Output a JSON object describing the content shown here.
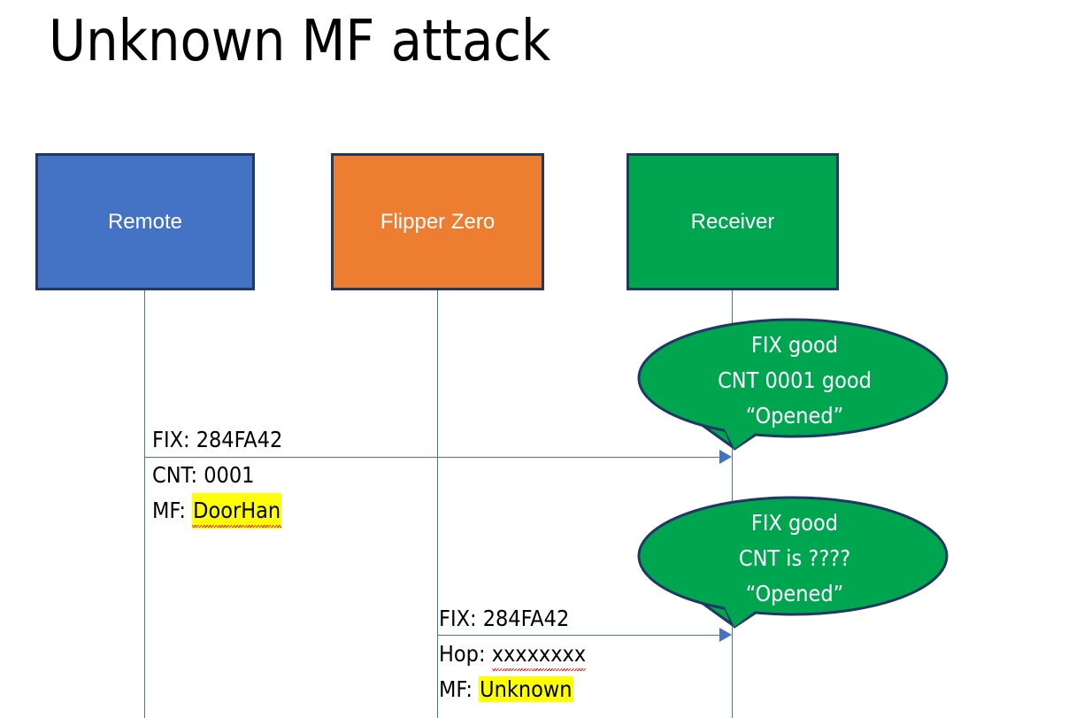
{
  "slide": {
    "title": "Unknown MF attack",
    "background": "#FFFFFF"
  },
  "colors": {
    "remote_fill": "#4472C4",
    "flipper_fill": "#ED7D31",
    "receiver_fill": "#00A550",
    "box_border": "#1F3864",
    "bubble_fill": "#00A550",
    "bubble_border": "#1F3864",
    "lifeline": "#4472C4",
    "arrow": "#4472C4",
    "highlight": "#FFFF00",
    "spellcheck_underline": "#E02020",
    "text_on_fill": "#FFFFFF",
    "text_body": "#000000"
  },
  "actors": [
    {
      "id": "remote",
      "label": "Remote"
    },
    {
      "id": "flipper",
      "label": "Flipper Zero"
    },
    {
      "id": "receiver",
      "label": "Receiver"
    }
  ],
  "messages": [
    {
      "id": "msg-1",
      "from": "remote",
      "to": "receiver",
      "label_above": "FIX: 284FA42",
      "label_below_line_1_prefix": "CNT: 0001",
      "label_below_line_2_prefix": "MF: ",
      "label_below_line_2_value": "DoorHan",
      "label_below_line_2_highlighted": true,
      "label_below_line_2_spellchecked": true
    },
    {
      "id": "msg-2",
      "from": "flipper",
      "to": "receiver",
      "label_above": "FIX: 284FA42",
      "label_below_line_1_prefix": "Hop: ",
      "label_below_line_1_value": "xxxxxxxx",
      "label_below_line_1_spellchecked": true,
      "label_below_line_2_prefix": "MF: ",
      "label_below_line_2_value": "Unknown",
      "label_below_line_2_highlighted": true
    }
  ],
  "bubbles": [
    {
      "id": "bubble-1",
      "attached_to": "receiver",
      "lines": [
        "FIX good",
        "CNT 0001 good",
        "“Opened”"
      ]
    },
    {
      "id": "bubble-2",
      "attached_to": "receiver",
      "lines": [
        "FIX good",
        "CNT is ????",
        "“Opened”"
      ]
    }
  ]
}
